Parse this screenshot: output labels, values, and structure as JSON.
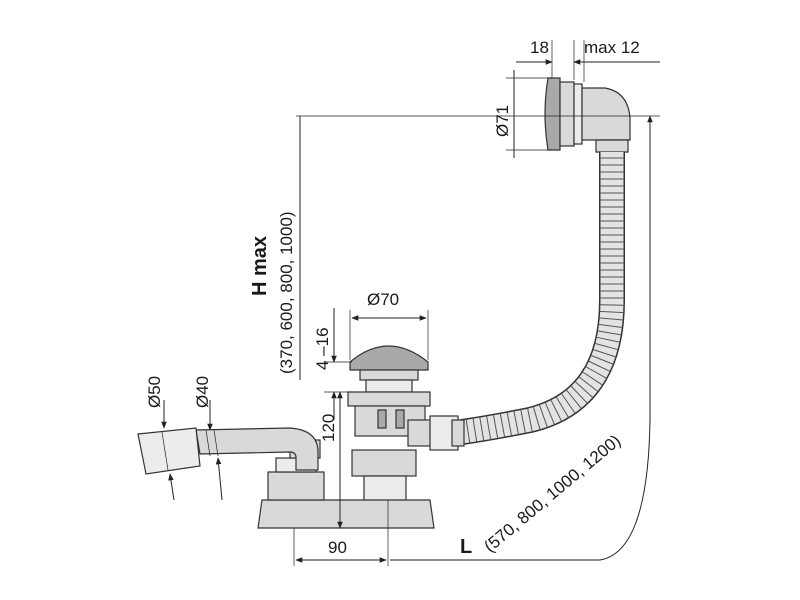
{
  "drawing": {
    "dimensions": {
      "overflow_depth": "18",
      "wall_max": "max 12",
      "overflow_diameter": "Ø71",
      "h_label": "H max",
      "h_values": "(370, 600, 800, 1000)",
      "plug_diameter": "Ø70",
      "plug_height": "4 –16",
      "outlet_diameter_50": "Ø50",
      "outlet_diameter_40": "Ø40",
      "trap_height": "120",
      "trap_offset": "90",
      "l_label": "L",
      "l_values": "(570, 800, 1000, 1200)"
    },
    "colors": {
      "line": "#222222",
      "part_fill": "#d9d9d9",
      "part_dark": "#a9a9a9"
    }
  }
}
